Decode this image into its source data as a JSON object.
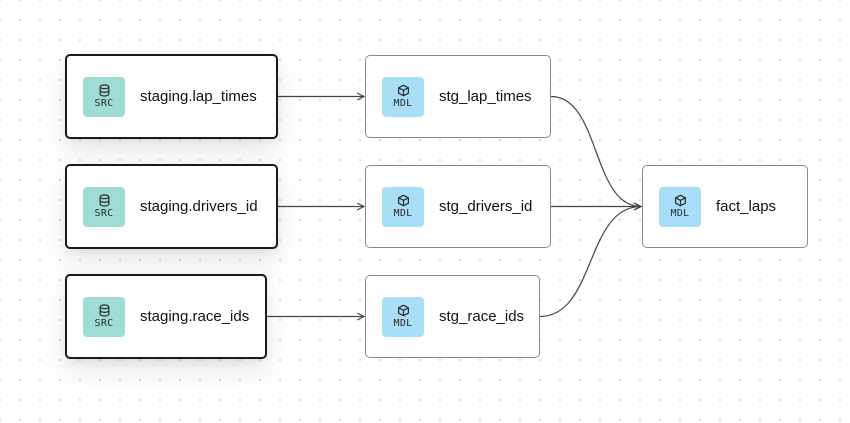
{
  "lineage": {
    "sources": [
      {
        "id": "src_lap_times",
        "label": "staging.lap_times",
        "badge": "SRC",
        "icon": "database-icon"
      },
      {
        "id": "src_drivers_id",
        "label": "staging.drivers_id",
        "badge": "SRC",
        "icon": "database-icon"
      },
      {
        "id": "src_race_ids",
        "label": "staging.race_ids",
        "badge": "SRC",
        "icon": "database-icon"
      }
    ],
    "models": [
      {
        "id": "stg_lap_times",
        "label": "stg_lap_times",
        "badge": "MDL",
        "icon": "cube-icon"
      },
      {
        "id": "stg_drivers_id",
        "label": "stg_drivers_id",
        "badge": "MDL",
        "icon": "cube-icon"
      },
      {
        "id": "stg_race_ids",
        "label": "stg_race_ids",
        "badge": "MDL",
        "icon": "cube-icon"
      }
    ],
    "target": {
      "id": "fact_laps",
      "label": "fact_laps",
      "badge": "MDL",
      "icon": "cube-icon"
    },
    "edges": [
      {
        "from": "src_lap_times",
        "to": "stg_lap_times"
      },
      {
        "from": "src_drivers_id",
        "to": "stg_drivers_id"
      },
      {
        "from": "src_race_ids",
        "to": "stg_race_ids"
      },
      {
        "from": "stg_lap_times",
        "to": "fact_laps"
      },
      {
        "from": "stg_drivers_id",
        "to": "fact_laps"
      },
      {
        "from": "stg_race_ids",
        "to": "fact_laps"
      }
    ]
  },
  "colors": {
    "src_badge": "#9fdcd6",
    "mdl_badge": "#a8def7",
    "edge": "#444444"
  }
}
